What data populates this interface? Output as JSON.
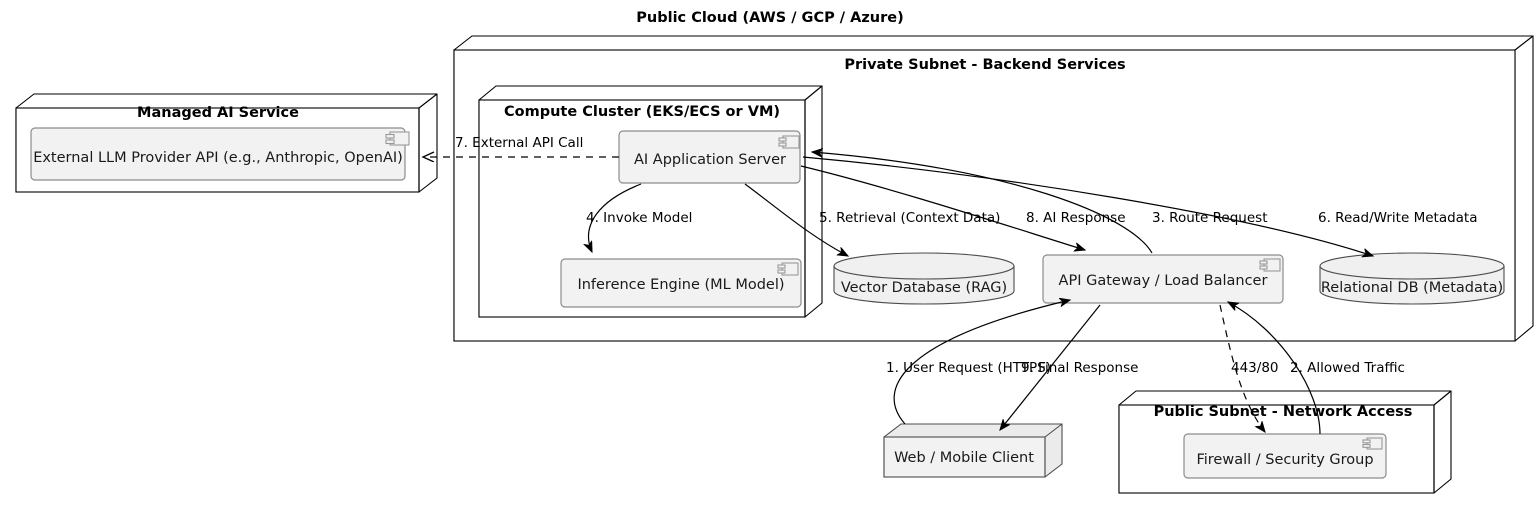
{
  "diagram": {
    "type": "uml-deployment-diagram",
    "title": "Public Cloud (AWS / GCP / Azure)",
    "nodes": {
      "managed_ai_service": {
        "title": "Managed AI Service",
        "shape": "node-3d",
        "components": [
          {
            "label": "External LLM Provider API (e.g., Anthropic, OpenAI)",
            "icon": "component-icon"
          }
        ]
      },
      "private_subnet": {
        "title": "Private Subnet - Backend Services",
        "shape": "node-3d"
      },
      "compute_cluster": {
        "title": "Compute Cluster (EKS/ECS or VM)",
        "shape": "node-3d",
        "components": [
          {
            "label": "AI Application Server",
            "icon": "component-icon"
          },
          {
            "label": "Inference Engine (ML Model)",
            "icon": "component-icon"
          }
        ]
      },
      "vector_db": {
        "label": "Vector Database (RAG)",
        "shape": "database-cylinder"
      },
      "api_gateway": {
        "label": "API Gateway / Load Balancer",
        "shape": "component",
        "icon": "component-icon"
      },
      "relational_db": {
        "label": "Relational DB (Metadata)",
        "shape": "database-cylinder"
      },
      "web_mobile_client": {
        "label": "Web / Mobile Client",
        "shape": "node-3d-grey"
      },
      "public_subnet": {
        "title": "Public Subnet - Network Access",
        "shape": "node-3d",
        "components": [
          {
            "label": "Firewall / Security Group",
            "icon": "component-icon"
          }
        ]
      }
    },
    "edges": [
      {
        "id": "e1",
        "label": "1. User Request (HTTPS)",
        "from": "web_mobile_client",
        "to": "api_gateway",
        "style": "solid"
      },
      {
        "id": "e2",
        "label": "2. Allowed Traffic",
        "from": "firewall",
        "to": "api_gateway",
        "style": "solid"
      },
      {
        "id": "e3",
        "label": "3. Route Request",
        "from": "api_gateway",
        "to": "ai_application_server",
        "style": "solid"
      },
      {
        "id": "e4",
        "label": "4. Invoke Model",
        "from": "ai_application_server",
        "to": "inference_engine",
        "style": "solid"
      },
      {
        "id": "e5",
        "label": "5. Retrieval (Context Data)",
        "from": "ai_application_server",
        "to": "vector_db",
        "style": "solid"
      },
      {
        "id": "e6",
        "label": "6. Read/Write Metadata",
        "from": "ai_application_server",
        "to": "relational_db",
        "style": "solid"
      },
      {
        "id": "e7",
        "label": "7. External API Call",
        "from": "ai_application_server",
        "to": "external_llm_provider_api",
        "style": "dashed"
      },
      {
        "id": "e8",
        "label": "8. AI Response",
        "from": "ai_application_server",
        "to": "api_gateway",
        "style": "solid"
      },
      {
        "id": "e9",
        "label": "9. Final Response",
        "from": "api_gateway",
        "to": "web_mobile_client",
        "style": "solid"
      },
      {
        "id": "e10",
        "label": "443/80",
        "from": "api_gateway",
        "to": "firewall",
        "style": "dashed"
      }
    ],
    "colors": {
      "background": "#ffffff",
      "stroke": "#000000",
      "component_fill": "#f2f2f2",
      "component_stroke": "#8c8c8c",
      "node_grey_fill": "#ebebeb",
      "db_fill": "#f0f0f0"
    }
  }
}
